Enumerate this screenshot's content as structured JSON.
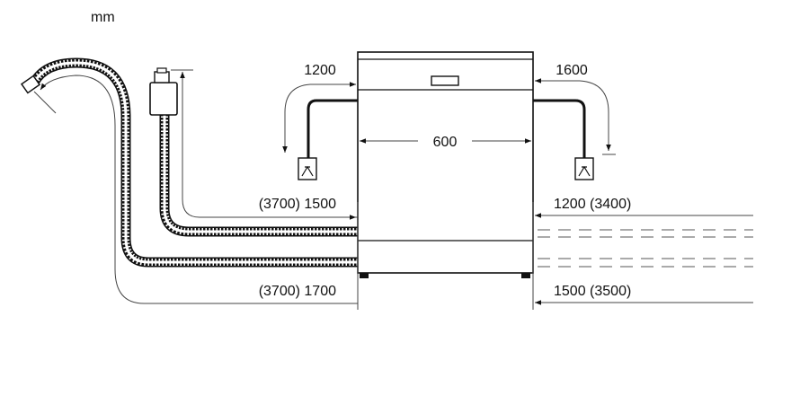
{
  "unit_label": "mm",
  "dimensions": {
    "width": "600",
    "left_elec_height": "1200",
    "right_elec_height": "1600",
    "left_drain": "(3700) 1500",
    "left_inlet": "(3700) 1700",
    "right_drain": "1200 (3400)",
    "right_inlet": "1500 (3500)"
  },
  "colors": {
    "line": "#111111",
    "dim_line": "#444444",
    "background": "#ffffff"
  }
}
